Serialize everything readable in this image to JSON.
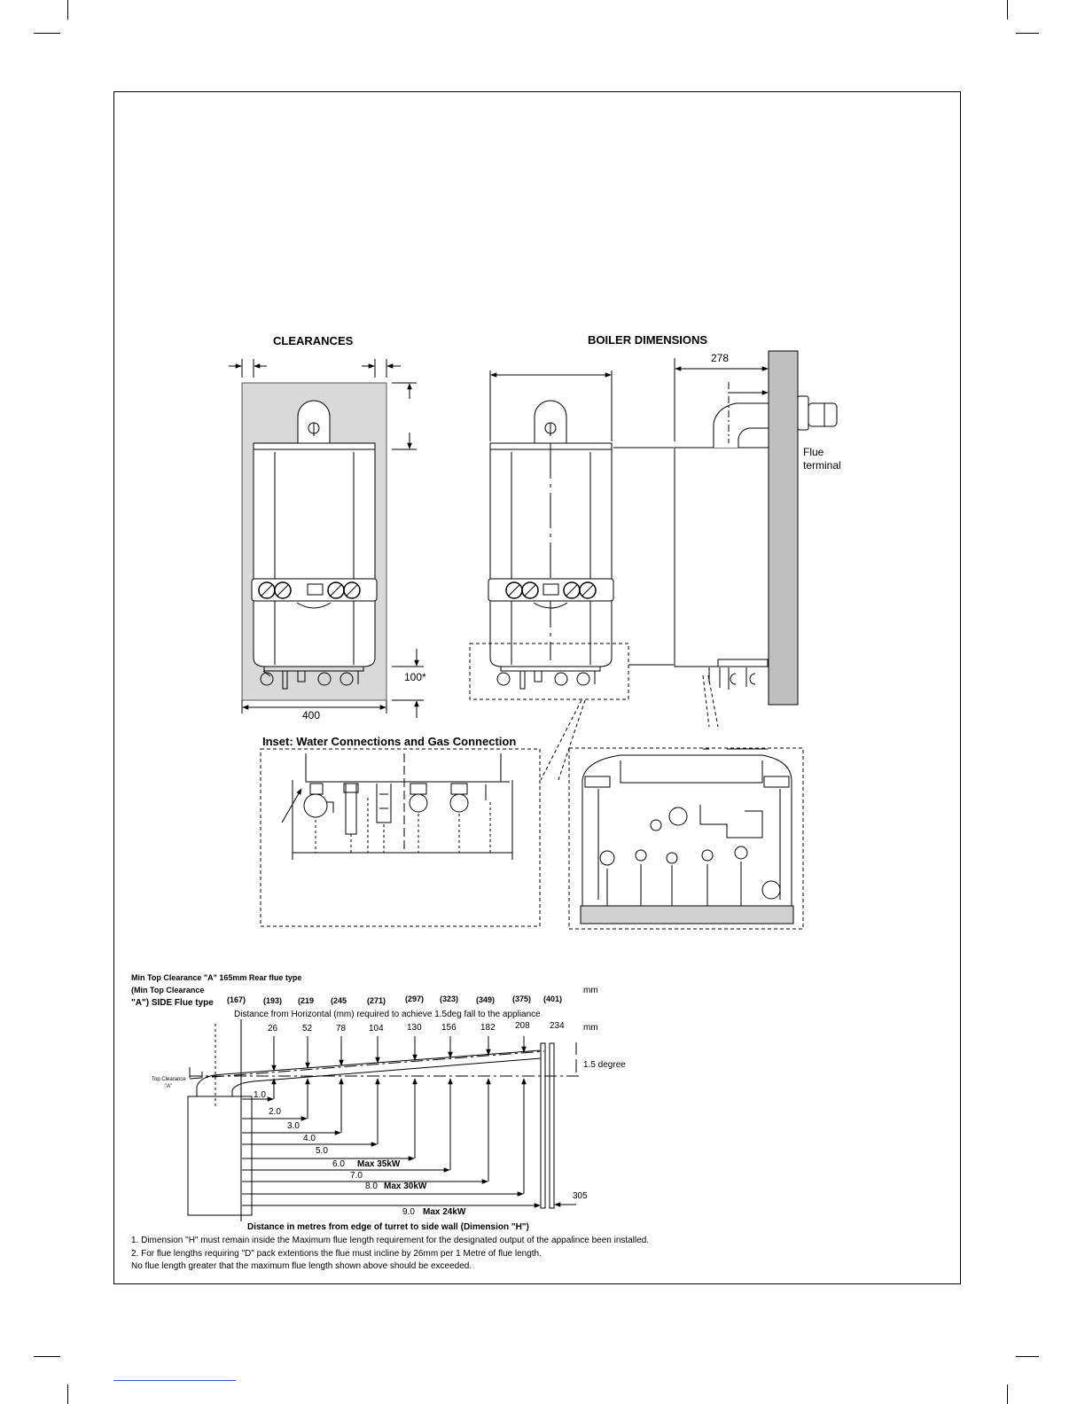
{
  "clearances": {
    "title": "CLEARANCES",
    "width_label": "400",
    "bottom_label": "100*"
  },
  "boiler_dimensions": {
    "title": "BOILER DIMENSIONS",
    "depth_label": "278",
    "flue_terminal": "Flue\nterminal"
  },
  "inset": {
    "title": "Inset:  Water Connections and Gas Connection"
  },
  "flue_chart": {
    "row1_label": "Min Top Clearance \"A\" 165mm Rear flue type",
    "row2_label_a": "(Min Top Clearance",
    "row2_label_b": "\"A\") SIDE Flue type",
    "side_values": [
      "(167)",
      "(193)",
      "(219",
      "(245",
      "(271)",
      "(297)",
      "(323)",
      "(349)",
      "(375)",
      "(401)"
    ],
    "unit_mm_1": "mm",
    "horizontal_title": "Distance from Horizontal (mm) required to achieve 1.5deg fall to the appliance",
    "fall_values": [
      "26",
      "52",
      "78",
      "104",
      "130",
      "156",
      "182",
      "208",
      "234"
    ],
    "unit_mm_2": "mm",
    "angle_label": "1.5 degree",
    "top_clearance_a": "Top Clearance",
    "top_clearance_b": "\"A\"",
    "lengths": [
      "1.0",
      "2.0",
      "3.0",
      "4.0",
      "5.0",
      "6.0",
      "7.0",
      "8.0",
      "9.0"
    ],
    "max_35": "Max 35kW",
    "max_30": "Max 30kW",
    "max_24": "Max 24kW",
    "wall_label": "305",
    "axis_title": "Distance in metres from edge of turret to side wall (Dimension \"H\")",
    "note1": "1. Dimension \"H\" must remain inside the Maximum flue length requirement for the designated output of the appalince been installed.",
    "note2": "2. For flue lengths requiring \"D\" pack extentions the flue must incline by 26mm per 1 Metre of flue length.",
    "note3": "No flue length greater that the maximum flue length shown above should be exceeded."
  }
}
